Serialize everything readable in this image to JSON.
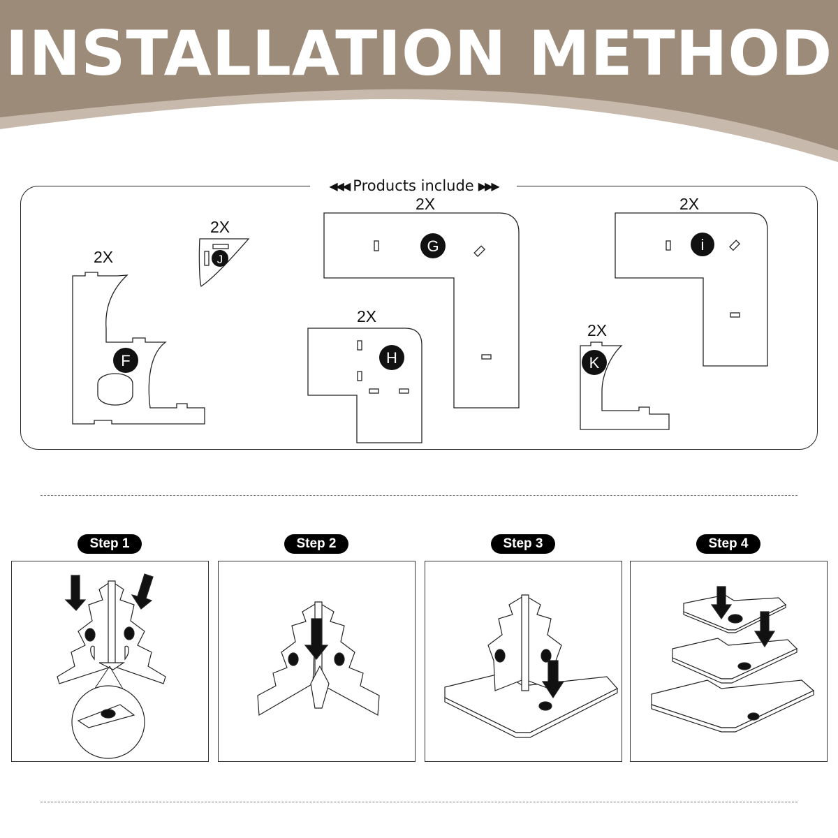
{
  "header": {
    "title": "INSTALLATION METHOD",
    "colors": {
      "band": "#9d8b7a",
      "band_light": "#c4b6a8",
      "title": "#ffffff"
    }
  },
  "products": {
    "label": "Products include",
    "label_icon_left": "triangle-left-icons",
    "label_icon_right": "triangle-right-icons",
    "parts": [
      {
        "letter": "F",
        "qty": "2X"
      },
      {
        "letter": "J",
        "qty": "2X"
      },
      {
        "letter": "G",
        "qty": "2X"
      },
      {
        "letter": "H",
        "qty": "2X"
      },
      {
        "letter": "i",
        "qty": "2X"
      },
      {
        "letter": "K",
        "qty": "2X"
      }
    ]
  },
  "steps": [
    {
      "label": "Step 1"
    },
    {
      "label": "Step 2"
    },
    {
      "label": "Step 3"
    },
    {
      "label": "Step 4"
    }
  ]
}
